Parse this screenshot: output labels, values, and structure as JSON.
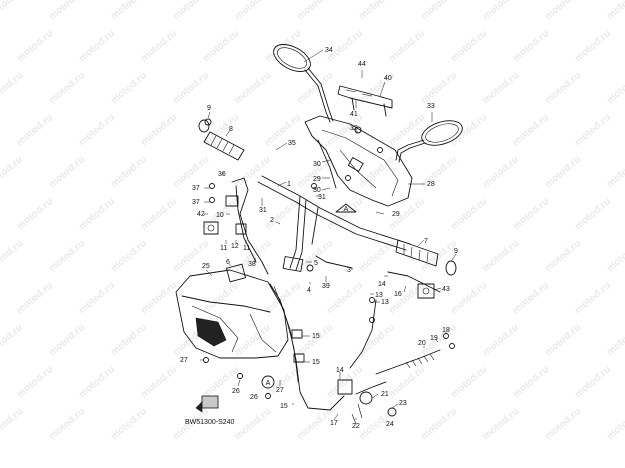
{
  "diagram": {
    "watermark_text": "motod.ru",
    "drawing_code": "BW51300-S240",
    "view_marker": "A",
    "callouts": [
      {
        "id": "c34",
        "label": "34"
      },
      {
        "id": "c44",
        "label": "44"
      },
      {
        "id": "c40",
        "label": "40"
      },
      {
        "id": "c41",
        "label": "41"
      },
      {
        "id": "c33",
        "label": "33"
      },
      {
        "id": "c9a",
        "label": "9"
      },
      {
        "id": "c8",
        "label": "8"
      },
      {
        "id": "c32",
        "label": "32"
      },
      {
        "id": "c35",
        "label": "35"
      },
      {
        "id": "c30",
        "label": "30"
      },
      {
        "id": "c29a",
        "label": "29"
      },
      {
        "id": "c30b",
        "label": "30"
      },
      {
        "id": "c28",
        "label": "28"
      },
      {
        "id": "c36",
        "label": "36"
      },
      {
        "id": "c37",
        "label": "37"
      },
      {
        "id": "c1",
        "label": "1"
      },
      {
        "id": "c31a",
        "label": "31"
      },
      {
        "id": "c31b",
        "label": "31"
      },
      {
        "id": "c37b",
        "label": "37"
      },
      {
        "id": "c42",
        "label": "42"
      },
      {
        "id": "c10",
        "label": "10"
      },
      {
        "id": "c2",
        "label": "2"
      },
      {
        "id": "c29b",
        "label": "29"
      },
      {
        "id": "c11a",
        "label": "11"
      },
      {
        "id": "c12",
        "label": "12"
      },
      {
        "id": "c11b",
        "label": "11"
      },
      {
        "id": "c38",
        "label": "38"
      },
      {
        "id": "c25",
        "label": "25"
      },
      {
        "id": "c6",
        "label": "6"
      },
      {
        "id": "c5",
        "label": "5"
      },
      {
        "id": "c3",
        "label": "3"
      },
      {
        "id": "c7",
        "label": "7"
      },
      {
        "id": "c9b",
        "label": "9"
      },
      {
        "id": "c39",
        "label": "39"
      },
      {
        "id": "c4",
        "label": "4"
      },
      {
        "id": "c14",
        "label": "14"
      },
      {
        "id": "c16",
        "label": "16"
      },
      {
        "id": "c43",
        "label": "43"
      },
      {
        "id": "c13a",
        "label": "13"
      },
      {
        "id": "c13b",
        "label": "13"
      },
      {
        "id": "c15a",
        "label": "15"
      },
      {
        "id": "c18",
        "label": "18"
      },
      {
        "id": "c19",
        "label": "19"
      },
      {
        "id": "c20",
        "label": "20"
      },
      {
        "id": "c15b",
        "label": "15"
      },
      {
        "id": "c27a",
        "label": "27"
      },
      {
        "id": "c26a",
        "label": "26"
      },
      {
        "id": "c26b",
        "label": "26"
      },
      {
        "id": "c27b",
        "label": "27"
      },
      {
        "id": "c15c",
        "label": "15"
      },
      {
        "id": "c14b",
        "label": "14"
      },
      {
        "id": "c21",
        "label": "21"
      },
      {
        "id": "c23",
        "label": "23"
      },
      {
        "id": "c17",
        "label": "17"
      },
      {
        "id": "c22",
        "label": "22"
      },
      {
        "id": "c24",
        "label": "24"
      }
    ]
  }
}
